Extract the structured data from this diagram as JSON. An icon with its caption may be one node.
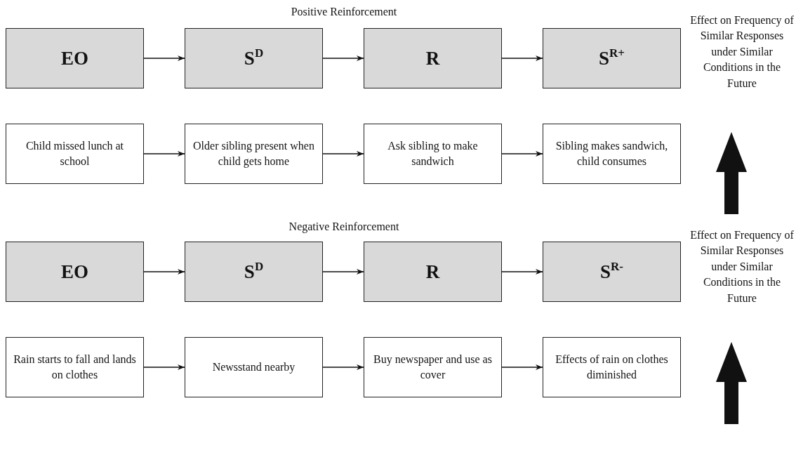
{
  "diagram": {
    "nodes": [
      {
        "text": [
          "EO"
        ]
      },
      {
        "text": [
          "S$^{D}$"
        ]
      },
      {
        "text": [
          "R"
        ]
      },
      {
        "text": [
          "S$^{R+}$"
        ]
      },
      {
        "text": [
          "Child missed lunch at school"
        ]
      },
      {
        "text": [
          "Older sibling present when child gets home"
        ]
      },
      {
        "text": [
          "Ask sibling to make sandwich"
        ]
      },
      {
        "text": [
          "Sibling makes sandwich, child consumes"
        ]
      },
      {
        "text": [
          "EO"
        ]
      },
      {
        "text": [
          "S$^{D}$"
        ]
      },
      {
        "text": [
          "R"
        ]
      },
      {
        "text": [
          "S$^{R-}$"
        ]
      },
      {
        "text": [
          "Rain starts to fall and lands on clothes"
        ]
      },
      {
        "text": [
          "Newsstand nearby"
        ]
      },
      {
        "text": [
          "Buy newspaper and use as cover"
        ]
      },
      {
        "text": [
          "Effects of rain on clothes diminished"
        ]
      }
    ],
    "edges": [
      {
        "from": 0,
        "to": 1,
        "arrow": "to"
      },
      {
        "from": 1,
        "to": 2,
        "arrow": "to"
      },
      {
        "from": 2,
        "to": 3,
        "arrow": "to"
      },
      {
        "from": 4,
        "to": 5,
        "arrow": "to"
      },
      {
        "from": 5,
        "to": 6,
        "arrow": "to"
      },
      {
        "from": 6,
        "to": 7,
        "arrow": "to"
      },
      {
        "from": 8,
        "to": 9,
        "arrow": "to"
      },
      {
        "from": 9,
        "to": 10,
        "arrow": "to"
      },
      {
        "from": 10,
        "to": 11,
        "arrow": "to"
      },
      {
        "from": 12,
        "to": 13,
        "arrow": "to"
      },
      {
        "from": 13,
        "to": 14,
        "arrow": "to"
      },
      {
        "from": 14,
        "to": 15,
        "arrow": "to"
      }
    ],
    "labels": [
      "Positive Reinforcement",
      "Effect on Frequency of Similar Responses under Similar Conditions in the Future",
      "Negative Reinforcement",
      "Effect on Frequency of Similar Responses under Similar Conditions in the Future"
    ]
  }
}
